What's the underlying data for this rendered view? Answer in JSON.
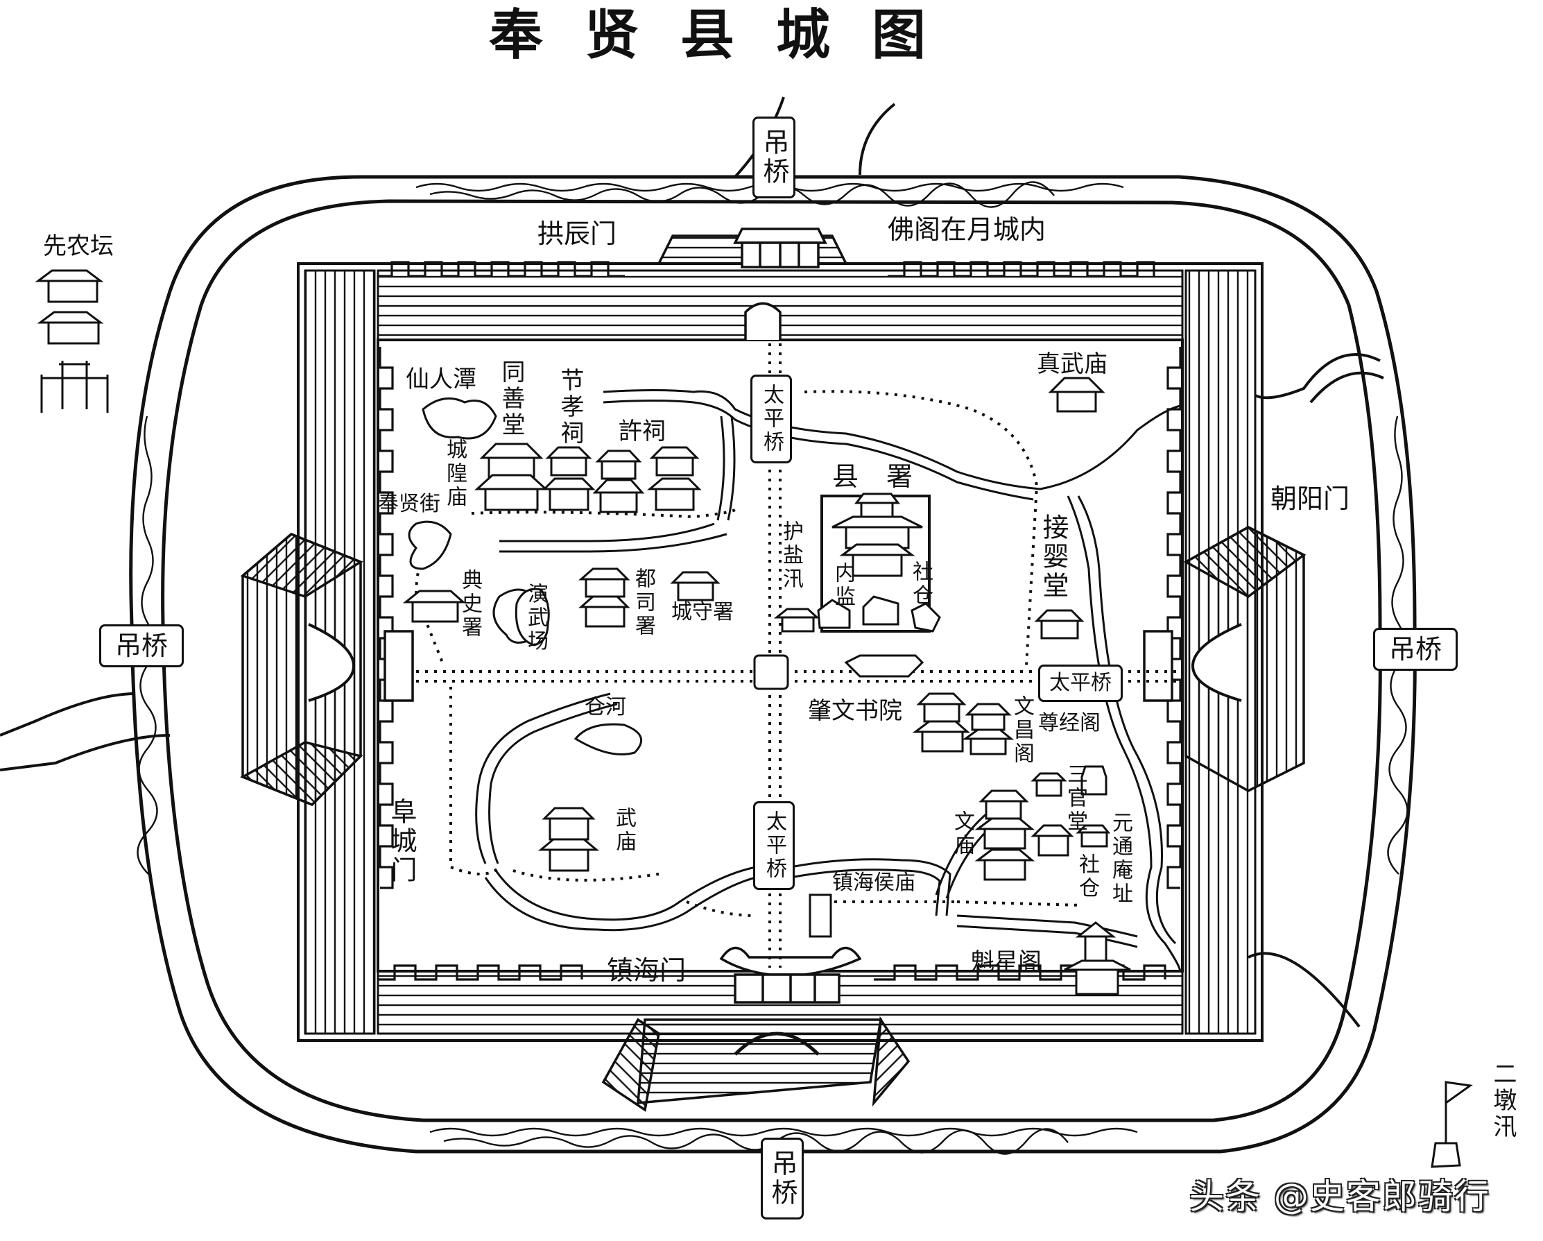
{
  "title": "奉贤县城图",
  "colors": {
    "ink": "#111111",
    "paper": "#ffffff"
  },
  "outside": {
    "altar": "先农坛",
    "east_gate": "朝阳门",
    "outpost": "二墩汛",
    "bridges": {
      "north": "吊桥",
      "south": "吊桥",
      "west": "吊桥",
      "east": "吊桥"
    }
  },
  "gates": {
    "north": "拱辰门",
    "north_note": "佛阁在月城内",
    "south": "镇海门",
    "west": "阜城门"
  },
  "inner_bridges": {
    "north": "太平桥",
    "south": "太平桥",
    "east": "太平桥"
  },
  "places": {
    "pond": "仙人潭",
    "tongshan_hall": "同善堂",
    "jiexiao_shrine": "节孝祠",
    "xu_shrine": "許祠",
    "city_god_temple": "城隍庙",
    "fengxian_street": "奉贤街",
    "dianshi_office": "典史署",
    "drill_ground": "演武场",
    "dusi_office": "都司署",
    "chengshou_office": "城守署",
    "county_office": "县署",
    "huyan_post": "护盐汛",
    "inner_office": "内监",
    "granary_inner": "社仓",
    "zhenwu_temple": "真武庙",
    "foundling_hall": "接婴堂",
    "academy": "肇文书院",
    "wenchang_pavilion": "文昌阁",
    "sutra_pavilion": "尊经阁",
    "sanguan_hall": "三官堂",
    "yuantong_ruins": "元通庵址",
    "confucian_temple": "文庙",
    "granary_south": "社仓",
    "cang_river": "仓河",
    "martial_temple": "武庙",
    "zhenhai_temple": "镇海侯庙",
    "kuixing_pavilion": "魁星阁"
  },
  "watermark": "头条 @史客郎骑行"
}
